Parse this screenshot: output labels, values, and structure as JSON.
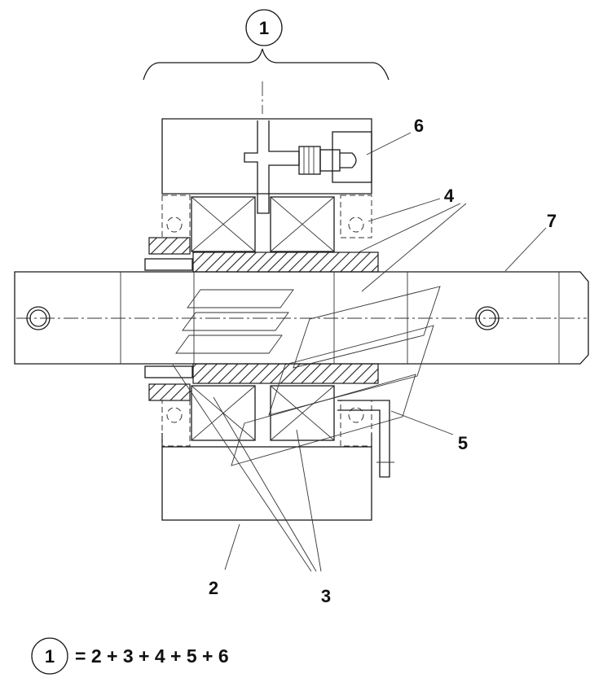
{
  "labels": {
    "assembly": "1",
    "bearing_housing": "2",
    "bearings": "3",
    "sleeve": "4",
    "seal": "5",
    "grease_nipple": "6",
    "shaft": "7"
  },
  "formula": {
    "circle_number": "1",
    "text": "= 2 + 3 + 4 + 5 + 6"
  }
}
